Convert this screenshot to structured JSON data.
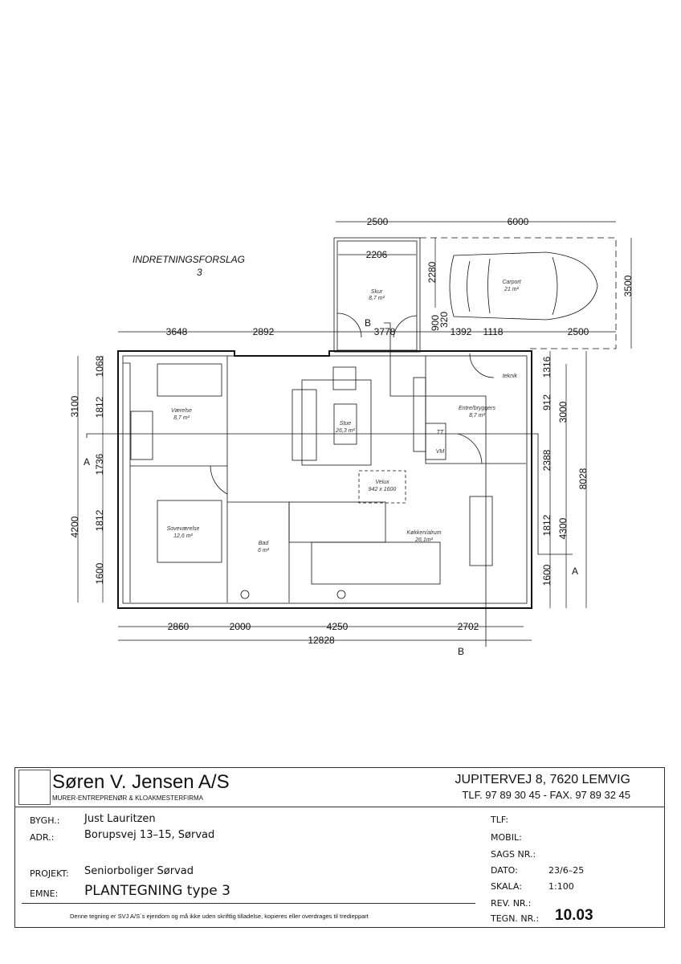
{
  "drawing": {
    "title": "INDRETNINGSFORSLAG",
    "title_number": "3",
    "rooms": {
      "skur": {
        "name": "Skur",
        "area": "8,7 m²"
      },
      "carport": {
        "name": "Carport",
        "area": "21 m²"
      },
      "vaerelse": {
        "name": "Værelse",
        "area": "8,7 m²"
      },
      "stue": {
        "name": "Stue",
        "area": "26,3 m²"
      },
      "entre": {
        "name": "Entre/bryggers",
        "area": "8,7 m²"
      },
      "teknik": {
        "name": "teknik"
      },
      "tt": "TT",
      "vm": "VM",
      "velux": {
        "name": "Velux",
        "size": "942 x 1600"
      },
      "sovevaerelse": {
        "name": "Soveværelse",
        "area": "12,6 m²"
      },
      "bad": {
        "name": "Bad",
        "area": "6 m²"
      },
      "kokken": {
        "name": "Køkken/alrum",
        "area": "26,1m²"
      }
    },
    "section_marks": {
      "a": "A",
      "b": "B"
    },
    "dimensions": {
      "top_outer": [
        "2500",
        "6000"
      ],
      "skur_inner": "2206",
      "carport_depth": "2280",
      "carport_total": "3500",
      "top_row": [
        "3648",
        "2892",
        "3778",
        "900",
        "320",
        "1392",
        "1118",
        "2500"
      ],
      "left_inner": [
        "1068",
        "1812",
        "1736",
        "1812",
        "1600"
      ],
      "left_outer": [
        "3100",
        "4200"
      ],
      "right_inner": [
        "1316",
        "912",
        "2388",
        "1812",
        "1600"
      ],
      "right_mid": [
        "3000",
        "4300"
      ],
      "right_total": "8028",
      "bottom_row": [
        "2860",
        "2000",
        "4250",
        "2702"
      ],
      "bottom_total": "12828"
    }
  },
  "title_block": {
    "logo_text": "Z:\\Dokumenter\\SVJ logo.jpg",
    "company": "Søren V. Jensen A/S",
    "tagline": "MURER-ENTREPRENØR & KLOAKMESTERFIRMA",
    "address": "JUPITERVEJ 8, 7620 LEMVIG",
    "phone_fax": "TLF. 97 89 30 45  -  FAX. 97 89 32 45",
    "bygh_label": "BYGH.:",
    "bygh_value": "Just Lauritzen",
    "adr_label": "ADR.:",
    "adr_value": "Borupsvej 13–15, Sørvad",
    "projekt_label": "PROJEKT:",
    "projekt_value": "Seniorboliger Sørvad",
    "emne_label": "EMNE:",
    "emne_value": "PLANTEGNING type 3",
    "tlf_label": "TLF:",
    "mobil_label": "MOBIL:",
    "sags_label": "SAGS NR.:",
    "dato_label": "DATO:",
    "dato_value": "23/6–25",
    "skala_label": "SKALA:",
    "skala_value": "1:100",
    "rev_label": "REV. NR.:",
    "tegn_label": "TEGN. NR.:",
    "tegn_value": "10.03",
    "disclaimer": "Denne tegning er SVJ A/S´s ejendom og må ikke uden skriftlig tilladelse, kopieres eller overdrages til tredieppart"
  }
}
